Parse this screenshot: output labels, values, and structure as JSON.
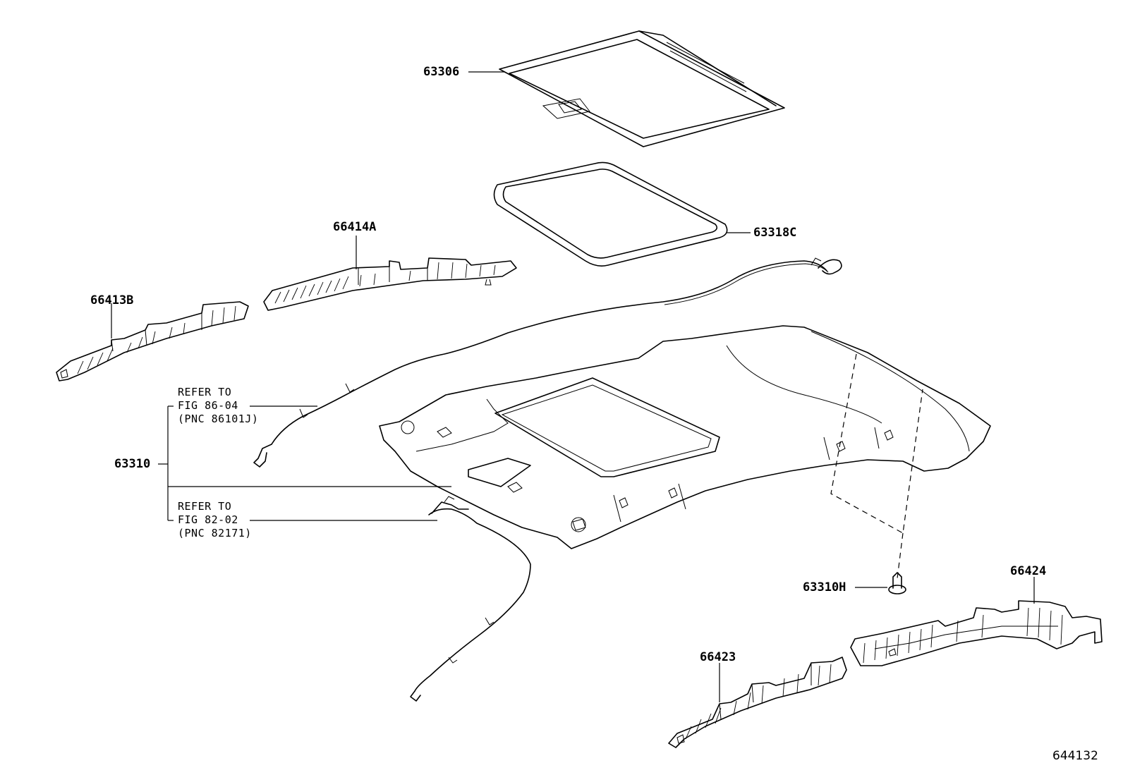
{
  "parts": {
    "sunshade": "63306",
    "weatherstrip": "63318C",
    "headliner": "63310",
    "clip": "63310H",
    "pad_left_front": "66413B",
    "pad_left_rear": "66414A",
    "pad_right_front": "66423",
    "pad_right_rear": "66424"
  },
  "notes": {
    "ref_upper": {
      "line1": "REFER TO",
      "line2": "FIG 86-04",
      "line3": "(PNC 86101J)"
    },
    "ref_lower": {
      "line1": "REFER TO",
      "line2": "FIG 82-02",
      "line3": "(PNC 82171)"
    }
  },
  "figure_number": "644132"
}
